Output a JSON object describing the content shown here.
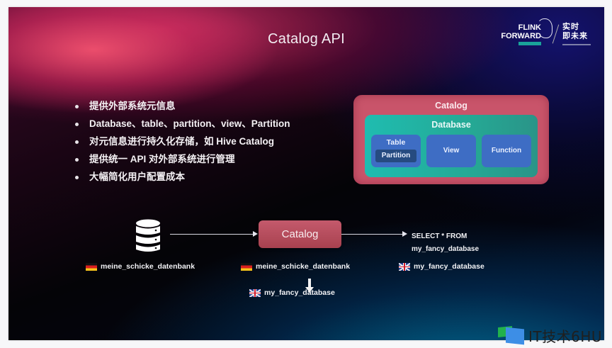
{
  "slide": {
    "title": "Catalog API",
    "logo": {
      "brand_line1": "FLINK",
      "brand_line2": "FORWARD",
      "cn_line1": "实时",
      "cn_line2": "即未来"
    },
    "bullets": [
      "提供外部系统元信息",
      "Database、table、partition、view、Partition",
      "对元信息进行持久化存储，如 Hive Catalog",
      "提供统一 API 对外部系统进行管理",
      "大幅简化用户配置成本"
    ],
    "diagram": {
      "catalog_label": "Catalog",
      "database_label": "Database",
      "table_label": "Table",
      "partition_label": "Partition",
      "view_label": "View",
      "function_label": "Function"
    },
    "flow": {
      "source_icon": "database-icon",
      "source_label": "meine_schicke_datenbank",
      "catalog_label": "Catalog",
      "catalog_source_label": "meine_schicke_datenbank",
      "catalog_mapped_label": "my_fancy_database",
      "target_label": "my_fancy_database",
      "sql_line1": "SELECT * FROM",
      "sql_line2": "my_fancy_database",
      "flags": {
        "german": "german-flag-icon",
        "uk": "uk-flag-icon"
      }
    }
  },
  "watermark": {
    "text": "IT技术6HU"
  }
}
